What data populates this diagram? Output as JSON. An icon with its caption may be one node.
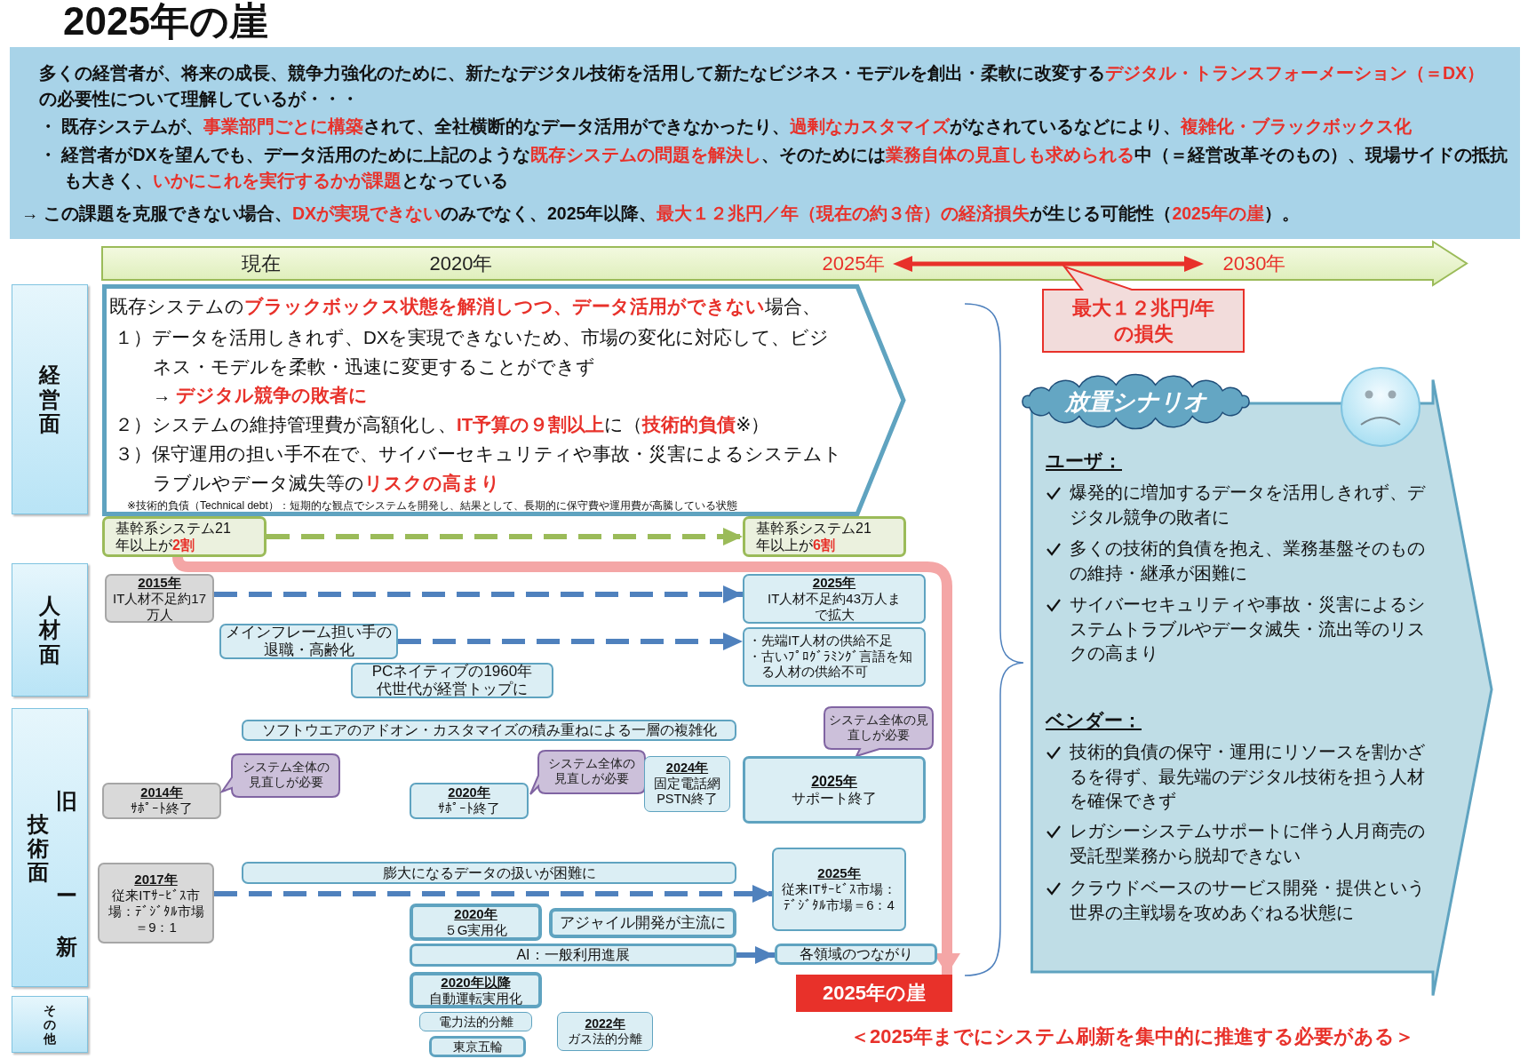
{
  "diagram": {
    "title": "2025年の崖",
    "nodes": [
      {
        "text": [
          "多くの経営者が、将来の成長、競争力強化のために、新たなデジタル技術を活用して新たなビジネス・モデルを創出・柔軟に改変する**デジタル・トランスフォーメーション（＝DX）**の必要性について理解しているが・・・",
          "・ 既存システムが、**事業部門ごとに構築**されて、全社横断的なデータ活用ができなかったり、**過剰なカスタマイズ**がなされているなどにより、**複雑化・ブラックボックス化**",
          "・ 経営者がDXを望んでも、データ活用のために上記のような**既存システムの問題を解決し**、そのためには**業務自体の見直しも求められる**中（＝経営改革そのもの）、現場サイドの抵抗も大きく、**いかにこれを実行するかが課題**となっている",
          "→ この課題を克服できない場合、**DXが実現できない**のみでなく、2025年以降、**最大１２兆円／年（現在の約３倍）の経済損失**が生じる可能性（**2025年の崖**）。"
        ]
      },
      {
        "text": [
          "現在",
          "2020年",
          "2025年",
          "2030年"
        ]
      },
      {
        "text": [
          "最大１２兆円/年の損失"
        ]
      },
      {
        "text": [
          "経営面"
        ]
      },
      {
        "text": [
          "既存システムの**ブラックボックス状態を解消しつつ、データ活用ができない**場合、",
          "１）データを活用しきれず、DXを実現できないため、市場の変化に対応して、ビジネス・モデルを柔軟・迅速に変更することができず",
          "→ **デジタル競争の敗者に**",
          "２）システムの維持管理費が高額化し、**IT予算の９割以上**に（**技術的負債**※）",
          "３）保守運用の担い手不在で、サイバーセキュリティや事故・災害によるシステムトラブルやデータ滅失等の**リスクの高まり**",
          "※技術的負債（Technical debt）：短期的な観点でシステムを開発し、結果として、長期的に保守費や運用費が高騰している状態"
        ]
      },
      {
        "text": [
          "放置シナリオ"
        ]
      },
      {
        "text": [
          "ユーザ：",
          "爆発的に増加するデータを活用しきれず、デジタル競争の敗者に",
          "多くの技術的負債を抱え、業務基盤そのものの維持・継承が困難に",
          "サイバーセキュリティや事故・災害によるシステムトラブルやデータ滅失・流出等のリスクの高まり",
          "ベンダー：",
          "技術的負債の保守・運用にリソースを割かざるを得ず、最先端のデジタル技術を担う人材を確保できず",
          "レガシーシステムサポートに伴う人月商売の受託型業務から脱却できない",
          "クラウドベースのサービス開発・提供という世界の主戦場を攻めあぐねる状態に"
        ]
      },
      {
        "text": [
          "人材面"
        ]
      },
      {
        "text": [
          "基幹系システム21年以上が**2割**"
        ]
      },
      {
        "text": [
          "基幹系システム21年以上が**6割**"
        ]
      },
      {
        "text": [
          "2015年",
          "IT人材不足約17万人"
        ]
      },
      {
        "text": [
          "2025年",
          "IT人材不足約43万人まで拡大"
        ]
      },
      {
        "text": [
          "メインフレーム担い手の退職・高齢化"
        ]
      },
      {
        "text": [
          "・先端IT人材の供給不足",
          "・古いﾌﾟﾛｸﾞﾗﾐﾝｸﾞ言語を知る人材の供給不可"
        ]
      },
      {
        "text": [
          "PCネイティブの1960年代世代が経営トップに"
        ]
      },
      {
        "text": [
          "旧",
          "技術面",
          "ー",
          "新"
        ]
      },
      {
        "text": [
          "ソフトウエアのアドオン・カスタマイズの積み重ねによる一層の複雑化"
        ]
      },
      {
        "text": [
          "システム全体の見直しが必要"
        ]
      },
      {
        "text": [
          "2014年",
          "ｻﾎﾟｰﾄ終了"
        ]
      },
      {
        "text": [
          "システム全体の見直しが必要"
        ]
      },
      {
        "text": [
          "2020年",
          "ｻﾎﾟｰﾄ終了"
        ]
      },
      {
        "text": [
          "システム全体の見直しが必要"
        ]
      },
      {
        "text": [
          "2024年",
          "固定電話網PSTN終了"
        ]
      },
      {
        "text": [
          "2025年",
          "サポート終了"
        ]
      },
      {
        "text": [
          "2017年",
          "従来ITｻｰﾋﾞｽ市場：ﾃﾞｼﾞﾀﾙ市場＝9：1"
        ]
      },
      {
        "text": [
          "膨大になるデータの扱いが困難に"
        ]
      },
      {
        "text": [
          "2025年",
          "従来ITｻｰﾋﾞｽ市場：ﾃﾞｼﾞﾀﾙ市場＝6：4"
        ]
      },
      {
        "text": [
          "2020年",
          "５G実用化"
        ]
      },
      {
        "text": [
          "アジャイル開発が主流に"
        ]
      },
      {
        "text": [
          "AI：一般利用進展"
        ]
      },
      {
        "text": [
          "各領域のつながり"
        ]
      },
      {
        "text": [
          "2020年以降",
          "自動運転実用化"
        ]
      },
      {
        "text": [
          "2025年の崖"
        ]
      },
      {
        "text": [
          "その他"
        ]
      },
      {
        "text": [
          "電力法的分離"
        ]
      },
      {
        "text": [
          "2022年",
          "ガス法的分離"
        ]
      },
      {
        "text": [
          "東京五輪"
        ]
      }
    ],
    "edges": [
      {
        "from": 8,
        "to": 9,
        "arrow": "to",
        "style": "dashed",
        "color": "#9bbb59"
      },
      {
        "from": 10,
        "to": 11,
        "arrow": "to",
        "style": "dashed"
      },
      {
        "from": 12,
        "to": 13,
        "arrow": "to",
        "style": "dashed"
      },
      {
        "from": 24,
        "to": 26,
        "arrow": "to",
        "style": "dashed"
      },
      {
        "from": 29,
        "to": 30,
        "arrow": "to"
      },
      {
        "from": 8,
        "to": 32,
        "arrow": "to",
        "style": "thick",
        "color": "#f4a6a6"
      }
    ],
    "labels": [
      "＜2025年までにシステム刷新を集中的に推進する必要がある＞"
    ]
  }
}
